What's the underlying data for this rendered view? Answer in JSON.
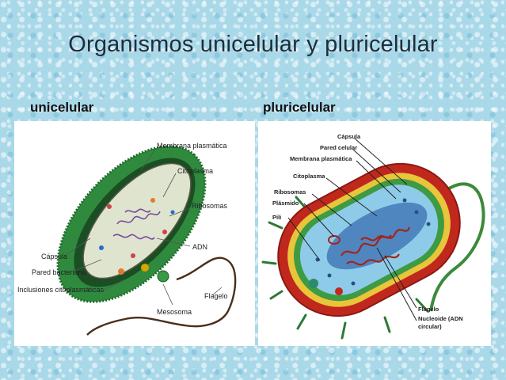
{
  "title": "Organismos unicelular y pluricelular",
  "labels": {
    "left": "unicelular",
    "right": "pluricelular"
  },
  "left_diagram": {
    "parts": {
      "membrana": "Membrana plasmática",
      "citoplasma": "Citoplasma",
      "ribosomas": "Ribosomas",
      "adn": "ADN",
      "capsula": "Cápsula",
      "pared": "Pared bacteriana",
      "inclusiones": "Inclusiones citoplasmáticas",
      "flagelo": "Flagelo",
      "mesosoma": "Mesosoma"
    }
  },
  "right_diagram": {
    "parts": {
      "capsula": "Cápsula",
      "pared": "Pared celular",
      "membrana": "Membrana plasmática",
      "citoplasma": "Citoplasma",
      "ribosomas": "Ribosomas",
      "plasmido": "Plásmido",
      "pili": "Pili",
      "flagelo": "Flagelo",
      "nucleoide": "Nucleoide (ADN",
      "nucleoide2": "circular)"
    }
  },
  "colors": {
    "background": "#a9d8e8",
    "capsule_green": "#2f8a3e",
    "wall_red": "#c0281e",
    "membrane_yellow": "#e8c53a",
    "cytoplasm_blue": "#6fb8e0",
    "dna_red": "#a3241a"
  }
}
